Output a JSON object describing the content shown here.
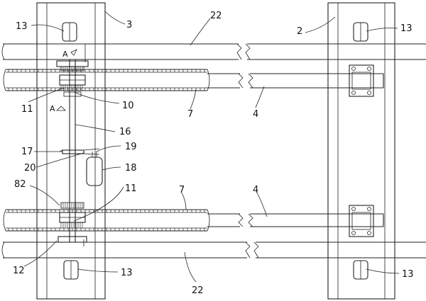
{
  "figure": {
    "labels": {
      "l13_tl": "13",
      "l3": "3",
      "l22_top": "22",
      "l2": "2",
      "l13_tr": "13",
      "lA_top": "A",
      "l11_top": "11",
      "l10": "10",
      "lA_mid": "A",
      "l7_top": "7",
      "l4_top": "4",
      "l16": "16",
      "l17": "17",
      "l19": "19",
      "l20": "20",
      "l18": "18",
      "l82": "82",
      "l11_bot": "11",
      "l7_bot": "7",
      "l4_bot": "4",
      "l12": "12",
      "l13_bl": "13",
      "l22_bot": "22",
      "l13_br": "13"
    }
  }
}
